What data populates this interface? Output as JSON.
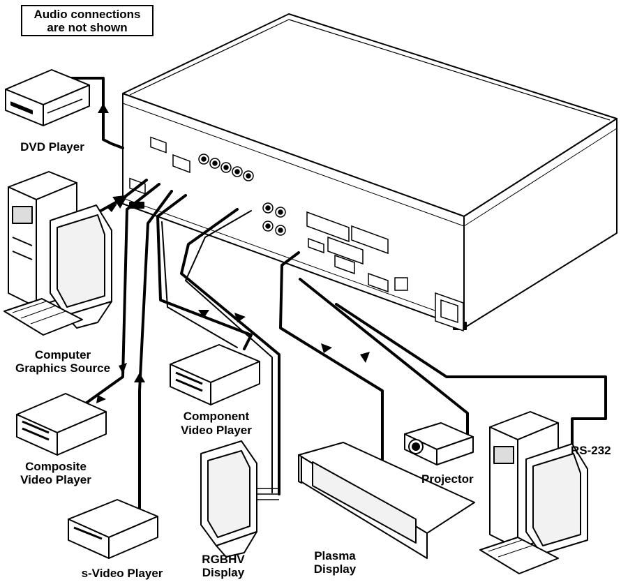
{
  "note": {
    "line1": "Audio connections",
    "line2": "are not shown"
  },
  "devices": {
    "dvd": "DVD  Player",
    "computer_source_line1": "Computer",
    "computer_source_line2": "Graphics Source",
    "composite_line1": "Composite",
    "composite_line2": "Video Player",
    "svideo": "s-Video  Player",
    "component_line1": "Component",
    "component_line2": "Video  Player",
    "rgbhv_line1": "RGBHV",
    "rgbhv_line2": "Display",
    "plasma_line1": "Plasma",
    "plasma_line2": "Display",
    "projector": "Projector",
    "rs232": "RS-232"
  },
  "colors": {
    "ink": "#000000",
    "panel": "#ffffff",
    "screen": "#f2f2f2",
    "plasma_side": "#d9d9d9"
  }
}
